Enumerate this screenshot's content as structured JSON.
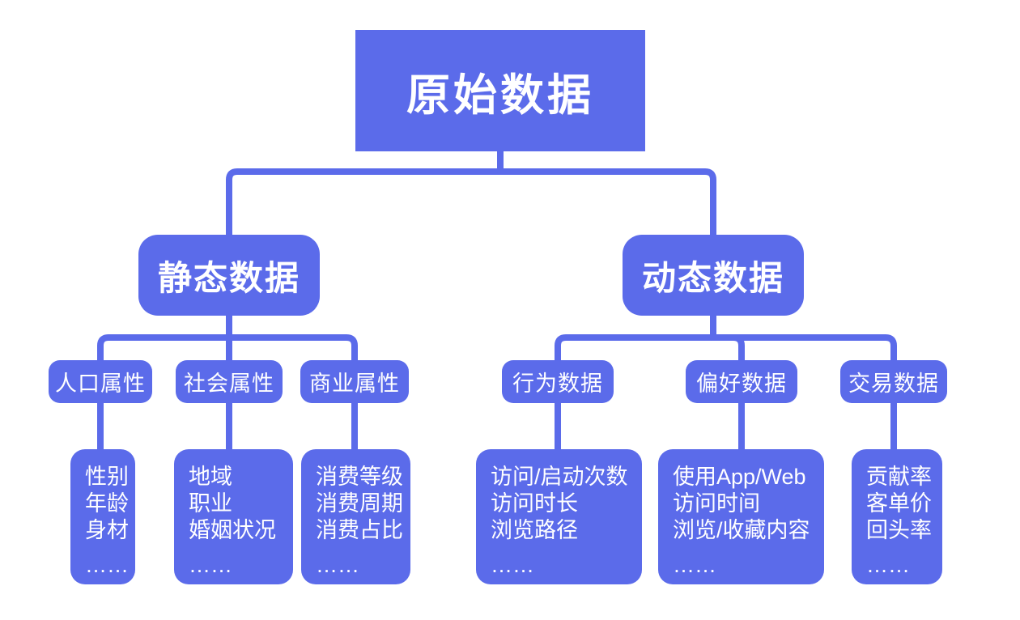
{
  "diagram": {
    "background_color": "#FFFFFF",
    "accent_color": "#5B6BEA",
    "text_color": "#FFFFFF",
    "root": {
      "label": "原始数据"
    },
    "branches": [
      {
        "label": "静态数据",
        "children": [
          {
            "label": "人口属性",
            "items": [
              "性别",
              "年龄",
              "身材"
            ],
            "more": "……"
          },
          {
            "label": "社会属性",
            "items": [
              "地域",
              "职业",
              "婚姻状况"
            ],
            "more": "……"
          },
          {
            "label": "商业属性",
            "items": [
              "消费等级",
              "消费周期",
              "消费占比"
            ],
            "more": "……"
          }
        ]
      },
      {
        "label": "动态数据",
        "children": [
          {
            "label": "行为数据",
            "items": [
              "访问/启动次数",
              "访问时长",
              "浏览路径"
            ],
            "more": "……"
          },
          {
            "label": "偏好数据",
            "items": [
              "使用App/Web",
              "访问时间",
              "浏览/收藏内容"
            ],
            "more": "……"
          },
          {
            "label": "交易数据",
            "items": [
              "贡献率",
              "客单价",
              "回头率"
            ],
            "more": "……"
          }
        ]
      }
    ]
  }
}
